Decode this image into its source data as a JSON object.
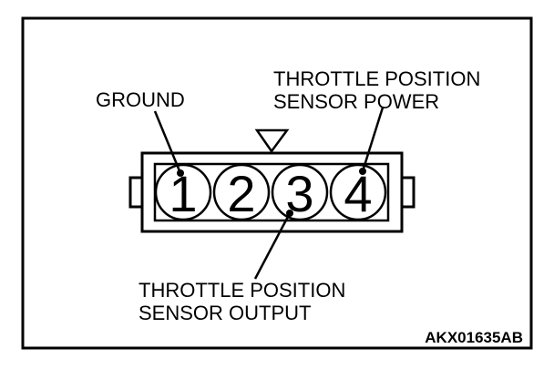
{
  "labels": {
    "ground": "GROUND",
    "power_line1": "THROTTLE POSITION",
    "power_line2": "SENSOR POWER",
    "output_line1": "THROTTLE POSITION",
    "output_line2": "SENSOR OUTPUT",
    "figure_code": "AKX01635AB"
  },
  "pins": [
    "1",
    "2",
    "3",
    "4"
  ],
  "colors": {
    "ink": "#000000",
    "background": "#ffffff"
  }
}
